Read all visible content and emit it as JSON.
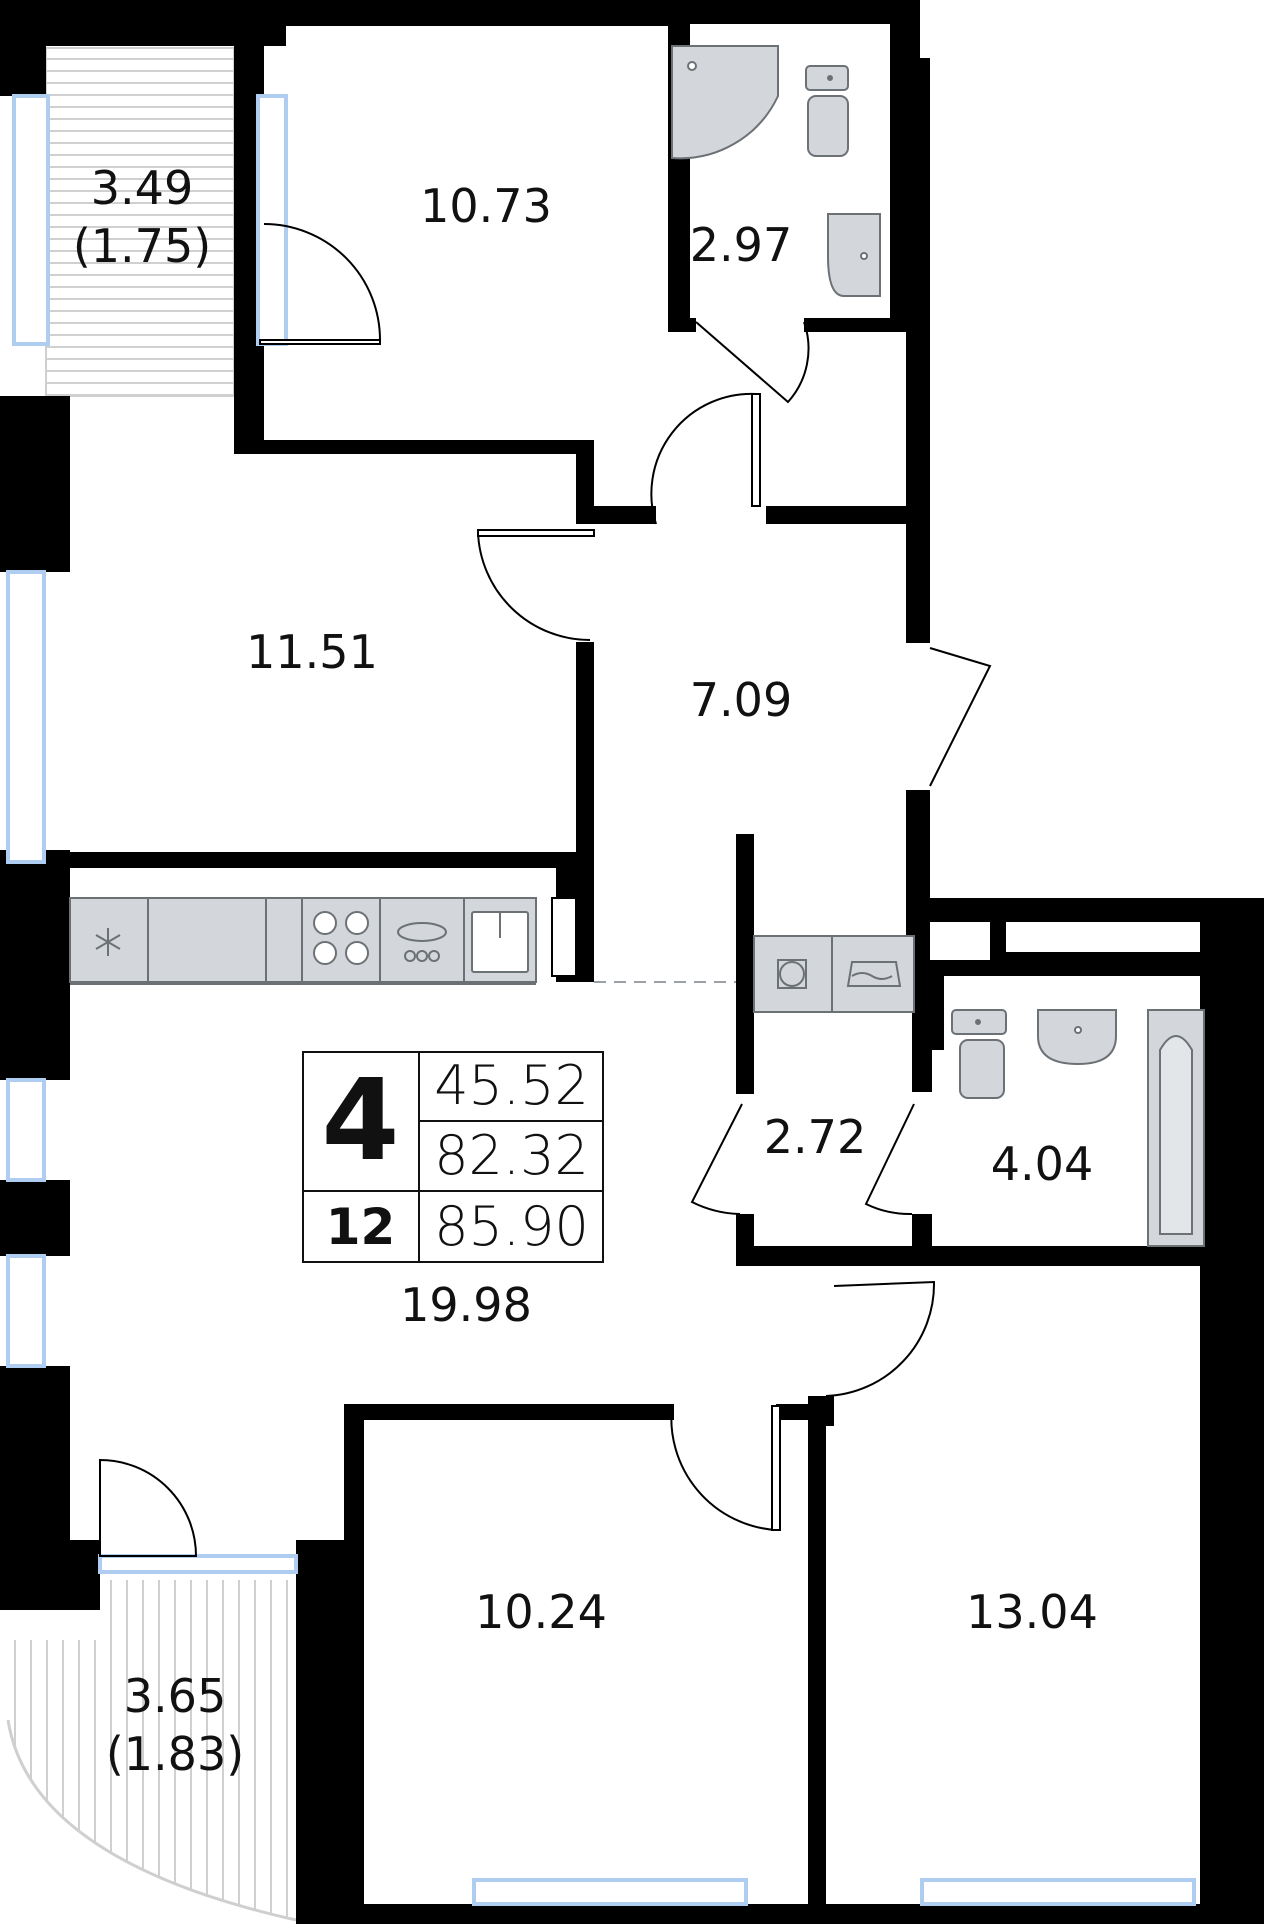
{
  "rooms": {
    "balcony_top": {
      "area": "3.49",
      "reduced": "(1.75)"
    },
    "bedroom_top": {
      "area": "10.73"
    },
    "bathroom_top": {
      "area": "2.97"
    },
    "bedroom_left": {
      "area": "11.51"
    },
    "hallway": {
      "area": "7.09"
    },
    "kitchen_living": {
      "area": "19.98"
    },
    "closet": {
      "area": "2.72"
    },
    "bathroom_right": {
      "area": "4.04"
    },
    "bedroom_bottom_left": {
      "area": "10.24"
    },
    "bedroom_bottom_right": {
      "area": "13.04"
    },
    "balcony_bottom": {
      "area": "3.65",
      "reduced": "(1.83)"
    }
  },
  "summary": {
    "rooms": "4",
    "floor": "12",
    "living_area": "45.52",
    "total_area": "82.32",
    "total_with_balconies": "85.90"
  },
  "colors": {
    "wall": "#000000",
    "window": "#aecdf0",
    "fixture_fill": "#d3d6da",
    "fixture_stroke": "#6c7176",
    "balcony_line": "#d0d0d0",
    "text": "#111111"
  },
  "icons": [
    "snowflake-icon",
    "cooktop-icon",
    "oven-icon",
    "sink-icon",
    "washing-machine-icon",
    "dryer-icon",
    "toilet-icon",
    "washbasin-icon",
    "bathtub-icon",
    "shower-tray-icon"
  ]
}
